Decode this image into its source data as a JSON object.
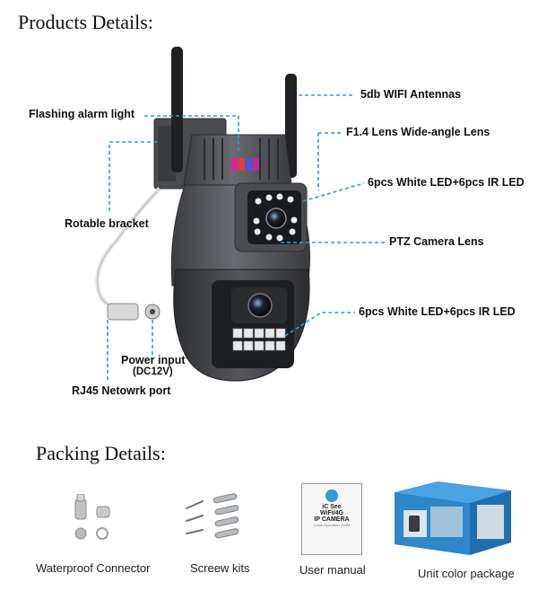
{
  "products": {
    "title": "Products Details:",
    "callouts": {
      "antennas": "5db WIFI Antennas",
      "alarm_light": "Flashing alarm light",
      "lens_wide": "F1.4 Lens Wide-angle Lens",
      "led_top": "6pcs White LED+6pcs IR LED",
      "bracket": "Rotable bracket",
      "ptz_lens": "PTZ Camera Lens",
      "led_bottom": "6pcs White LED+6pcs IR LED",
      "power_input": "Power input",
      "power_spec": "(DC12V)",
      "rj45": "RJ45 Netowrk port"
    }
  },
  "packing": {
    "title": "Packing Details:",
    "items": [
      {
        "label": "Waterproof Connector",
        "icon": "connector-parts"
      },
      {
        "label": "Screew kits",
        "icon": "screws"
      },
      {
        "label": "User manual",
        "icon": "manual-booklet"
      },
      {
        "label": "Unit color package",
        "icon": "color-box"
      }
    ],
    "manual": {
      "brand": "iC See",
      "line1": "WiFi/4G",
      "line2": "IP CAMERA",
      "line3": "Quick Operation Guide"
    }
  },
  "colors": {
    "callout_line": "#2b9fd6",
    "camera_body": "#55575c",
    "camera_dark": "#2a2b2e"
  }
}
